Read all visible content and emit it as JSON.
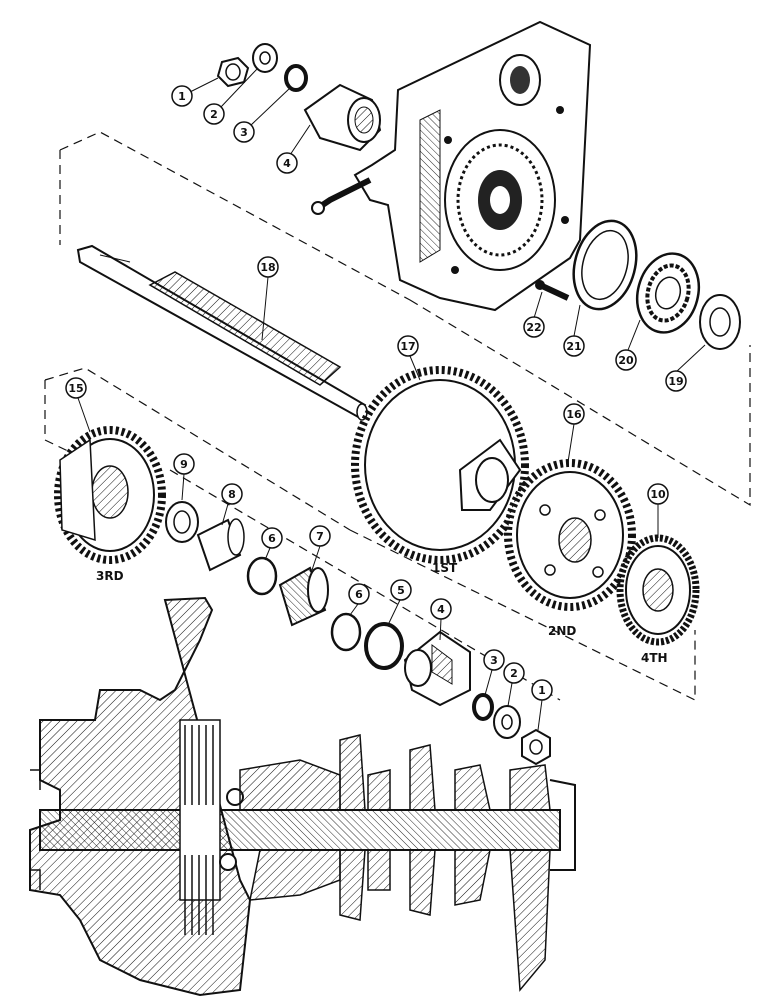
{
  "callouts": [
    {
      "id": "c1a",
      "text": "1"
    },
    {
      "id": "c2a",
      "text": "2"
    },
    {
      "id": "c3a",
      "text": "3"
    },
    {
      "id": "c4a",
      "text": "4"
    },
    {
      "id": "c18",
      "text": "18"
    },
    {
      "id": "c22",
      "text": "22"
    },
    {
      "id": "c21",
      "text": "21"
    },
    {
      "id": "c20",
      "text": "20"
    },
    {
      "id": "c19",
      "text": "19"
    },
    {
      "id": "c17",
      "text": "17"
    },
    {
      "id": "c15",
      "text": "15"
    },
    {
      "id": "c16",
      "text": "16"
    },
    {
      "id": "c9",
      "text": "9"
    },
    {
      "id": "c8",
      "text": "8"
    },
    {
      "id": "c10",
      "text": "10"
    },
    {
      "id": "c6a",
      "text": "6"
    },
    {
      "id": "c7",
      "text": "7"
    },
    {
      "id": "c6b",
      "text": "6"
    },
    {
      "id": "c5",
      "text": "5"
    },
    {
      "id": "c4b",
      "text": "4"
    },
    {
      "id": "c3b",
      "text": "3"
    },
    {
      "id": "c2b",
      "text": "2"
    },
    {
      "id": "c1b",
      "text": "1"
    }
  ],
  "gear_labels": {
    "third": "3RD",
    "first": "1ST",
    "second": "2ND",
    "fourth": "4TH"
  }
}
